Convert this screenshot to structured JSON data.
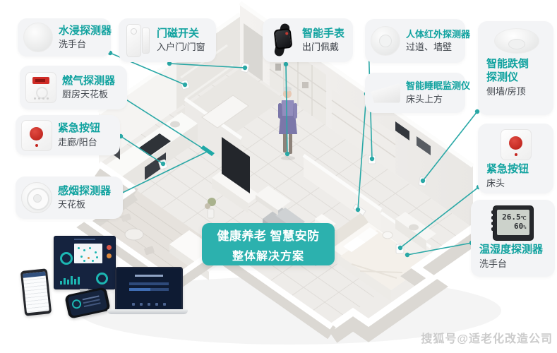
{
  "banner": {
    "line1": "健康养老 智慧安防",
    "line2": "整体解决方案",
    "bg_color": "#2cb1ae"
  },
  "watermark": "搜狐号@适老化改造公司",
  "colors": {
    "accent_teal": "#10a29f",
    "connector_teal": "#29a8a6",
    "card_bg": "#f3f4f6",
    "subtitle": "#40454c"
  },
  "cards": [
    {
      "id": "water",
      "title": "水浸探测器",
      "subtitle": "洗手台",
      "icon": "water-immersion-detector-icon"
    },
    {
      "id": "door",
      "title": "门磁开关",
      "subtitle": "入户门/门窗",
      "icon": "door-magnet-sensor-icon"
    },
    {
      "id": "watch",
      "title": "智能手表",
      "subtitle": "出门佩戴",
      "icon": "smartwatch-icon"
    },
    {
      "id": "pir",
      "title": "人体红外探测器",
      "subtitle": "过道、墙壁",
      "icon": "pir-motion-sensor-icon"
    },
    {
      "id": "gas",
      "title": "燃气探测器",
      "subtitle": "厨房天花板",
      "icon": "gas-detector-icon"
    },
    {
      "id": "sleep",
      "title": "智能睡眠监测仪",
      "subtitle": "床头上方",
      "icon": "sleep-monitor-icon"
    },
    {
      "id": "fall",
      "title": "智能跌倒",
      "title2": "探测仪",
      "subtitle": "侧墙/房顶",
      "icon": "fall-detector-icon"
    },
    {
      "id": "sos_bed",
      "title": "紧急按钮",
      "subtitle": "床头",
      "icon": "emergency-button-icon"
    },
    {
      "id": "sos_hall",
      "title": "紧急按钮",
      "subtitle": "走廊/阳台",
      "icon": "emergency-button-icon"
    },
    {
      "id": "smoke",
      "title": "感烟探测器",
      "subtitle": "天花板",
      "icon": "smoke-detector-icon"
    },
    {
      "id": "temphum",
      "title": "温湿度探测器",
      "subtitle": "洗手台",
      "icon": "temp-humidity-lcd-icon",
      "lcd_temp": "26.5",
      "lcd_temp_unit": "℃",
      "lcd_hum": "60",
      "lcd_hum_unit": "%"
    }
  ],
  "floorplan": {
    "description": "isometric apartment floor plan",
    "occupant": "elderly-person-figure"
  }
}
